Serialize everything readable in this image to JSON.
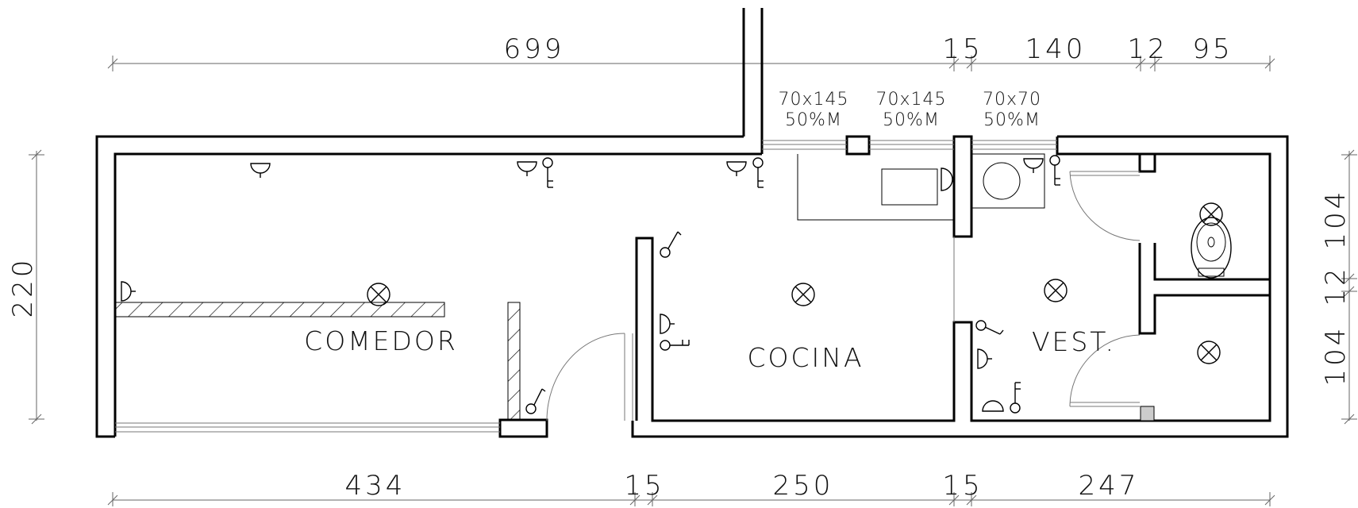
{
  "dimensions": {
    "top": [
      "699",
      "15",
      "140",
      "12",
      "95"
    ],
    "bottom": [
      "434",
      "15",
      "250",
      "15",
      "247"
    ],
    "left": "220",
    "right": [
      "104",
      "12",
      "104"
    ]
  },
  "windows": [
    {
      "size": "70x145",
      "type": "50%M"
    },
    {
      "size": "70x145",
      "type": "50%M"
    },
    {
      "size": "70x70",
      "type": "50%M"
    }
  ],
  "rooms": {
    "comedor": "COMEDOR",
    "cocina": "COCINA",
    "vestuario": "VEST."
  },
  "icons": {
    "ceiling_light": "ceiling-light-icon",
    "wall_light": "wall-light-icon",
    "outlet": "outlet-icon",
    "switch": "light-switch-icon",
    "toilet": "toilet-icon",
    "sink": "sink-icon",
    "stove": "stove-icon"
  },
  "colors": {
    "line": "#000000",
    "dimension": "#666666",
    "hatch_column": "#cccccc"
  }
}
